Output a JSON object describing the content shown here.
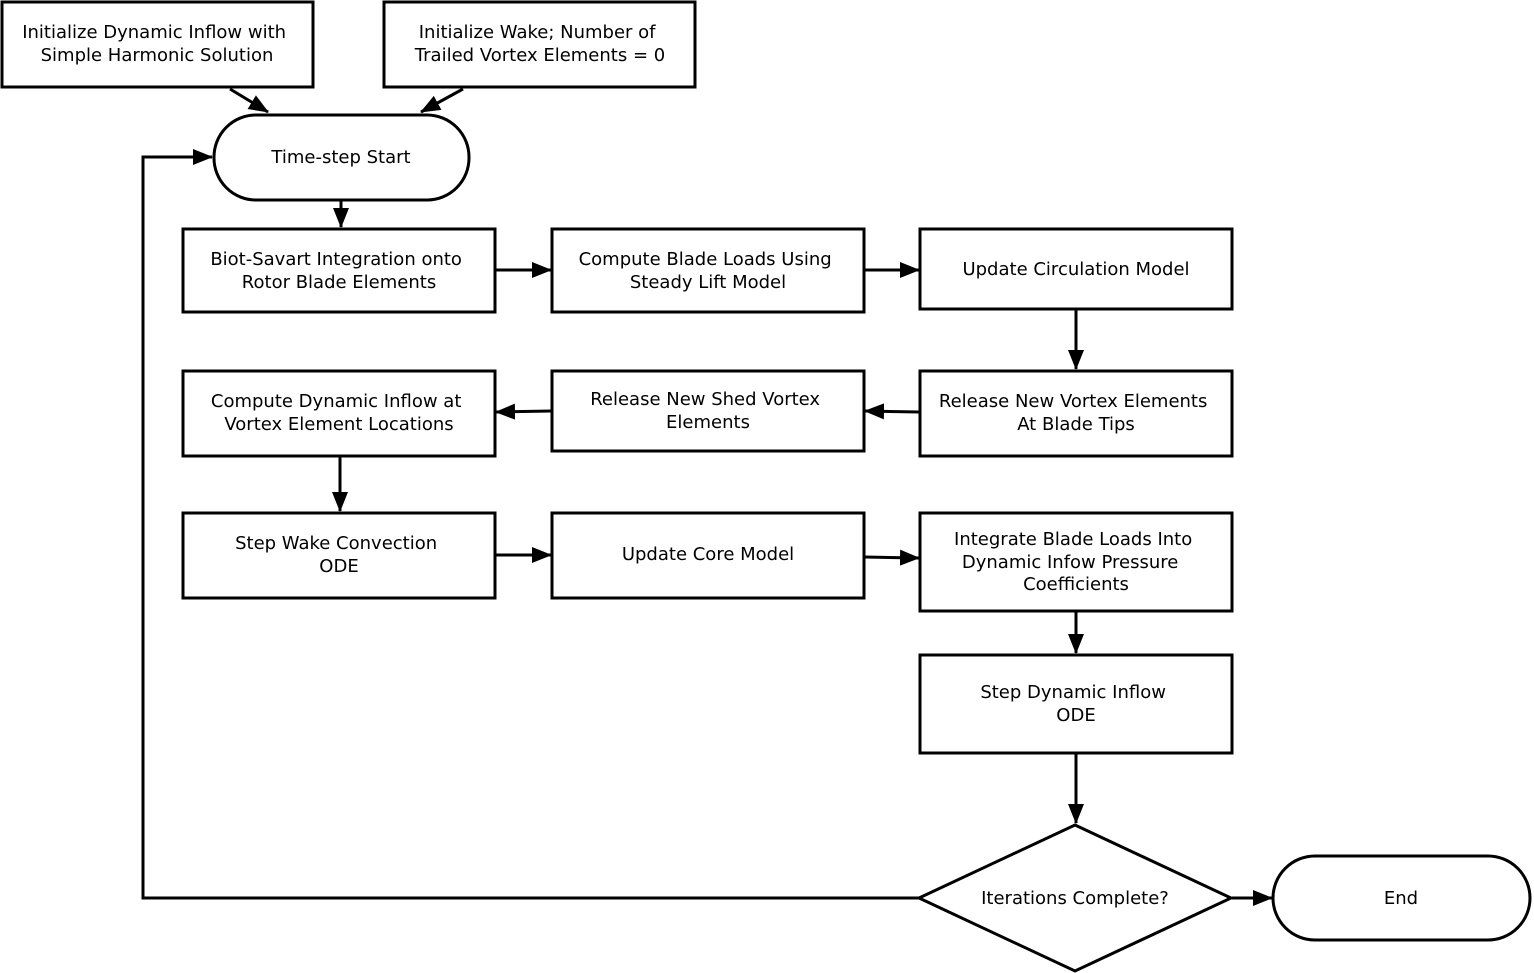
{
  "nodes": {
    "init_inflow": {
      "lines": [
        "Initialize Dynamic Inflow with",
        "Simple Harmonic Solution"
      ]
    },
    "init_wake": {
      "lines": [
        "Initialize Wake; Number of",
        "Trailed Vortex Elements = 0"
      ]
    },
    "timestep_start": {
      "lines": [
        "Time-step Start"
      ]
    },
    "biot_savart": {
      "lines": [
        "Biot-Savart Integration onto",
        "Rotor Blade Elements"
      ]
    },
    "blade_loads": {
      "lines": [
        "Compute Blade Loads Using",
        "Steady Lift Model"
      ]
    },
    "circulation": {
      "lines": [
        "Update Circulation Model"
      ]
    },
    "release_tips": {
      "lines": [
        "Release New Vortex Elements",
        "At Blade Tips"
      ]
    },
    "release_shed": {
      "lines": [
        "Release New Shed Vortex",
        "Elements"
      ]
    },
    "dyn_inflow_vortex": {
      "lines": [
        "Compute Dynamic Inflow at",
        "Vortex Element Locations"
      ]
    },
    "wake_convection": {
      "lines": [
        "Step Wake Convection",
        "ODE"
      ]
    },
    "core_model": {
      "lines": [
        "Update Core Model"
      ]
    },
    "integrate_loads": {
      "lines": [
        "Integrate Blade Loads Into",
        "Dynamic Infow Pressure",
        "Coefficients"
      ]
    },
    "step_inflow": {
      "lines": [
        "Step Dynamic Inflow",
        "ODE"
      ]
    },
    "iterations": {
      "lines": [
        "Iterations Complete?"
      ]
    },
    "end": {
      "lines": [
        "End"
      ]
    }
  },
  "edges": [
    [
      "init_inflow",
      "timestep_start"
    ],
    [
      "init_wake",
      "timestep_start"
    ],
    [
      "timestep_start",
      "biot_savart"
    ],
    [
      "biot_savart",
      "blade_loads"
    ],
    [
      "blade_loads",
      "circulation"
    ],
    [
      "circulation",
      "release_tips"
    ],
    [
      "release_tips",
      "release_shed"
    ],
    [
      "release_shed",
      "dyn_inflow_vortex"
    ],
    [
      "dyn_inflow_vortex",
      "wake_convection"
    ],
    [
      "wake_convection",
      "core_model"
    ],
    [
      "core_model",
      "integrate_loads"
    ],
    [
      "integrate_loads",
      "step_inflow"
    ],
    [
      "step_inflow",
      "iterations"
    ],
    [
      "iterations",
      "end"
    ],
    [
      "iterations",
      "timestep_start"
    ]
  ],
  "colors": {
    "stroke": "#000000",
    "fill": "#ffffff",
    "text": "#000000"
  }
}
